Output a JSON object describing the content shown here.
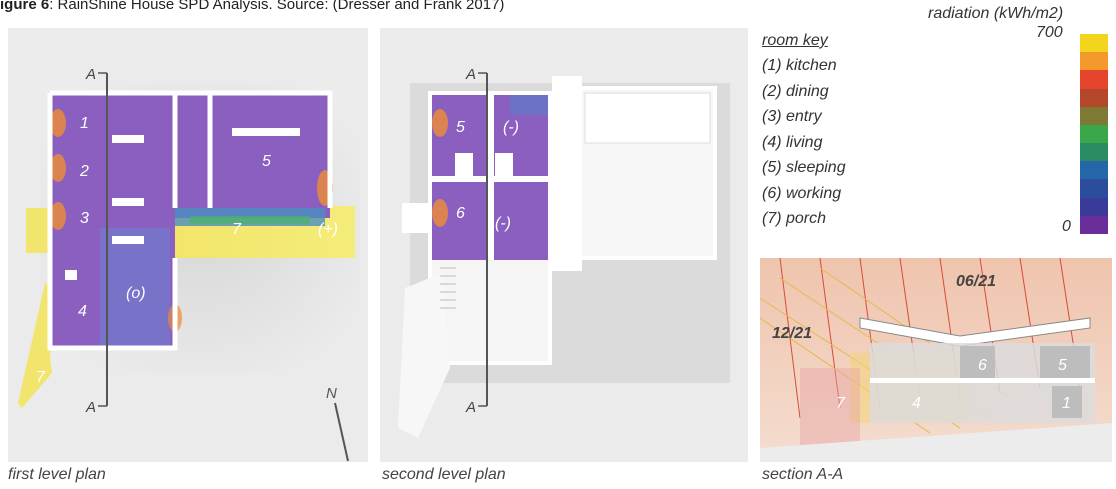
{
  "title": {
    "prefix": "igure 6",
    "text": ": RainShine House SPD Analysis. Source: (Dresser and Frank 2017)"
  },
  "captions": {
    "first": "first level plan",
    "second": "second level plan",
    "section": "section A-A"
  },
  "plan_labels": {
    "section_line": "A",
    "north": "N",
    "first": [
      "1",
      "2",
      "3",
      "4",
      "5",
      "7",
      "7",
      "(o)",
      "(+)"
    ],
    "second": [
      "5",
      "(-)",
      "6",
      "(-)"
    ]
  },
  "section_labels": {
    "summer": "06/21",
    "winter": "12/21",
    "rooms": [
      "6",
      "5",
      "7",
      "4",
      "1"
    ]
  },
  "room_key": {
    "title": "room key",
    "items": [
      "(1) kitchen",
      "(2) dining",
      "(3) entry",
      "(4) living",
      "(5) sleeping",
      "(6) working",
      "(7) porch"
    ]
  },
  "legend": {
    "title": "radiation (kWh/m2)",
    "max": "700",
    "min": "0",
    "colors": [
      "#f2d41c",
      "#f39a2a",
      "#e5452c",
      "#b4462a",
      "#7e7a33",
      "#3aa84a",
      "#2a8c62",
      "#2566a8",
      "#2b4d9c",
      "#3a3a98",
      "#6a2e9a"
    ]
  }
}
